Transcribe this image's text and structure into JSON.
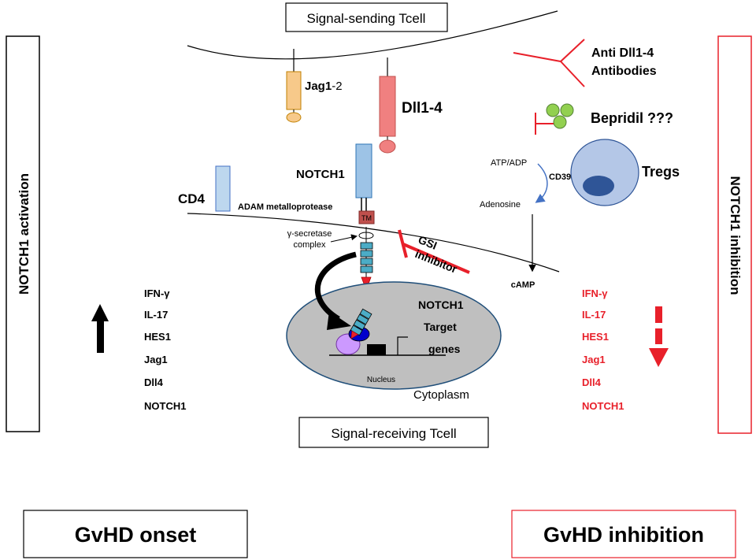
{
  "colors": {
    "activation_text": "#000000",
    "inhibition_red": "#e8202a",
    "jag_fill": "#f7c98a",
    "dll_fill": "#f08080",
    "notch_fill": "#9dc3e6",
    "cd4_fill": "#bdd7ee",
    "nucleus_fill": "#c0c0c0",
    "bepridil_fill": "#92d050",
    "treg_fill": "#b4c7e7",
    "treg_nucleus": "#2f5597",
    "tm_fill": "#c0504d"
  },
  "labels": {
    "signal_sending": "Signal-sending Tcell",
    "signal_receiving": "Signal-receiving Tcell",
    "jag": "Jag1-2",
    "jag_main": "Jag1",
    "jag_suffix": "-2",
    "dll": "Dll1-4",
    "notch1": "NOTCH1",
    "cd4": "CD4",
    "adam": "ADAM metalloprotease",
    "tm": "TM",
    "gamma_line1": "γ-secretase",
    "gamma_line2": "complex",
    "gsi_line1": "GSI",
    "gsi_line2": "inhibitor",
    "target_line1": "NOTCH1",
    "target_line2": "Target",
    "target_line3": "genes",
    "nucleus": "Nucleus",
    "cytoplasm": "Cytoplasm",
    "anti_line1": "Anti Dll1-4",
    "anti_line2": "Antibodies",
    "bepridil": "Bepridil ???",
    "atp_adp": "ATP/ADP",
    "cd39": "CD39",
    "adenosine": "Adenosine",
    "tregs": "Tregs",
    "camp": "cAMP"
  },
  "left_panel": {
    "side_label": "NOTCH1 activation",
    "markers": [
      "IFN-γ",
      "IL-17",
      "HES1",
      "Jag1",
      "Dll4",
      "NOTCH1"
    ],
    "bottom_label": "GvHD onset"
  },
  "right_panel": {
    "side_label": "NOTCH1 inhibition",
    "markers": [
      "IFN-γ",
      "IL-17",
      "HES1",
      "Jag1",
      "Dll4",
      "NOTCH1"
    ],
    "bottom_label": "GvHD inhibition"
  }
}
